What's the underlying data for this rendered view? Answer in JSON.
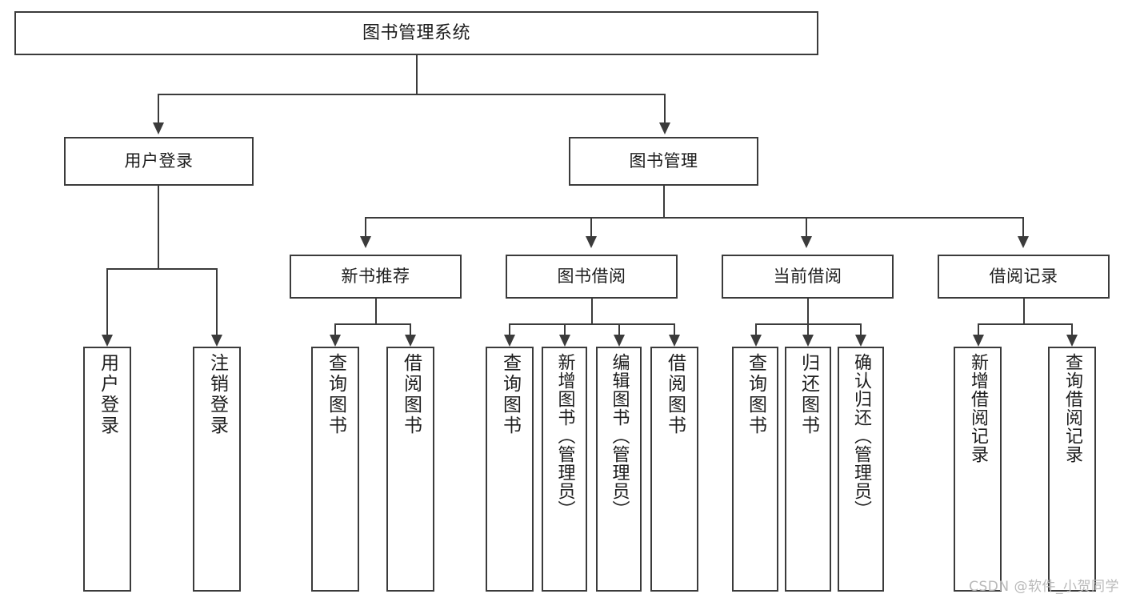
{
  "diagram": {
    "title": "图书管理系统",
    "type": "tree",
    "root": {
      "label": "图书管理系统",
      "children": [
        {
          "label": "用户登录",
          "children": [
            {
              "label": "用户登录"
            },
            {
              "label": "注销登录"
            }
          ]
        },
        {
          "label": "图书管理",
          "children": [
            {
              "label": "新书推荐",
              "children": [
                {
                  "label": "查询图书"
                },
                {
                  "label": "借阅图书"
                }
              ]
            },
            {
              "label": "图书借阅",
              "children": [
                {
                  "label": "查询图书"
                },
                {
                  "label": "新增图书（管理员）"
                },
                {
                  "label": "编辑图书（管理员）"
                },
                {
                  "label": "借阅图书"
                }
              ]
            },
            {
              "label": "当前借阅",
              "children": [
                {
                  "label": "查询图书"
                },
                {
                  "label": "归还图书"
                },
                {
                  "label": "确认归还（管理员）"
                }
              ]
            },
            {
              "label": "借阅记录",
              "children": [
                {
                  "label": "新增借阅记录"
                },
                {
                  "label": "查询借阅记录"
                }
              ]
            }
          ]
        }
      ]
    }
  },
  "nodes": {
    "root": "图书管理系统",
    "l1_user_login": "用户登录",
    "l1_book_mgmt": "图书管理",
    "l2_new_book_rec": "新书推荐",
    "l2_book_borrow": "图书借阅",
    "l2_current_borrow": "当前借阅",
    "l2_borrow_record": "借阅记录",
    "leaf_user_login": "用户登录",
    "leaf_logout": "注销登录",
    "leaf_query_book_1": "查询图书",
    "leaf_borrow_book_1": "借阅图书",
    "leaf_query_book_2": "查询图书",
    "leaf_add_book": "新增图书（管理员）",
    "leaf_edit_book": "编辑图书（管理员）",
    "leaf_borrow_book_2": "借阅图书",
    "leaf_query_book_3": "查询图书",
    "leaf_return_book": "归还图书",
    "leaf_confirm_return": "确认归还（管理员）",
    "leaf_add_record": "新增借阅记录",
    "leaf_query_record": "查询借阅记录"
  },
  "watermark": {
    "text": "CSDN @软件_小贺同学"
  },
  "colors": {
    "stroke": "#3b3b3b",
    "text": "#1d1d1d",
    "background": "#ffffff",
    "watermark": "#b9b9b9"
  }
}
